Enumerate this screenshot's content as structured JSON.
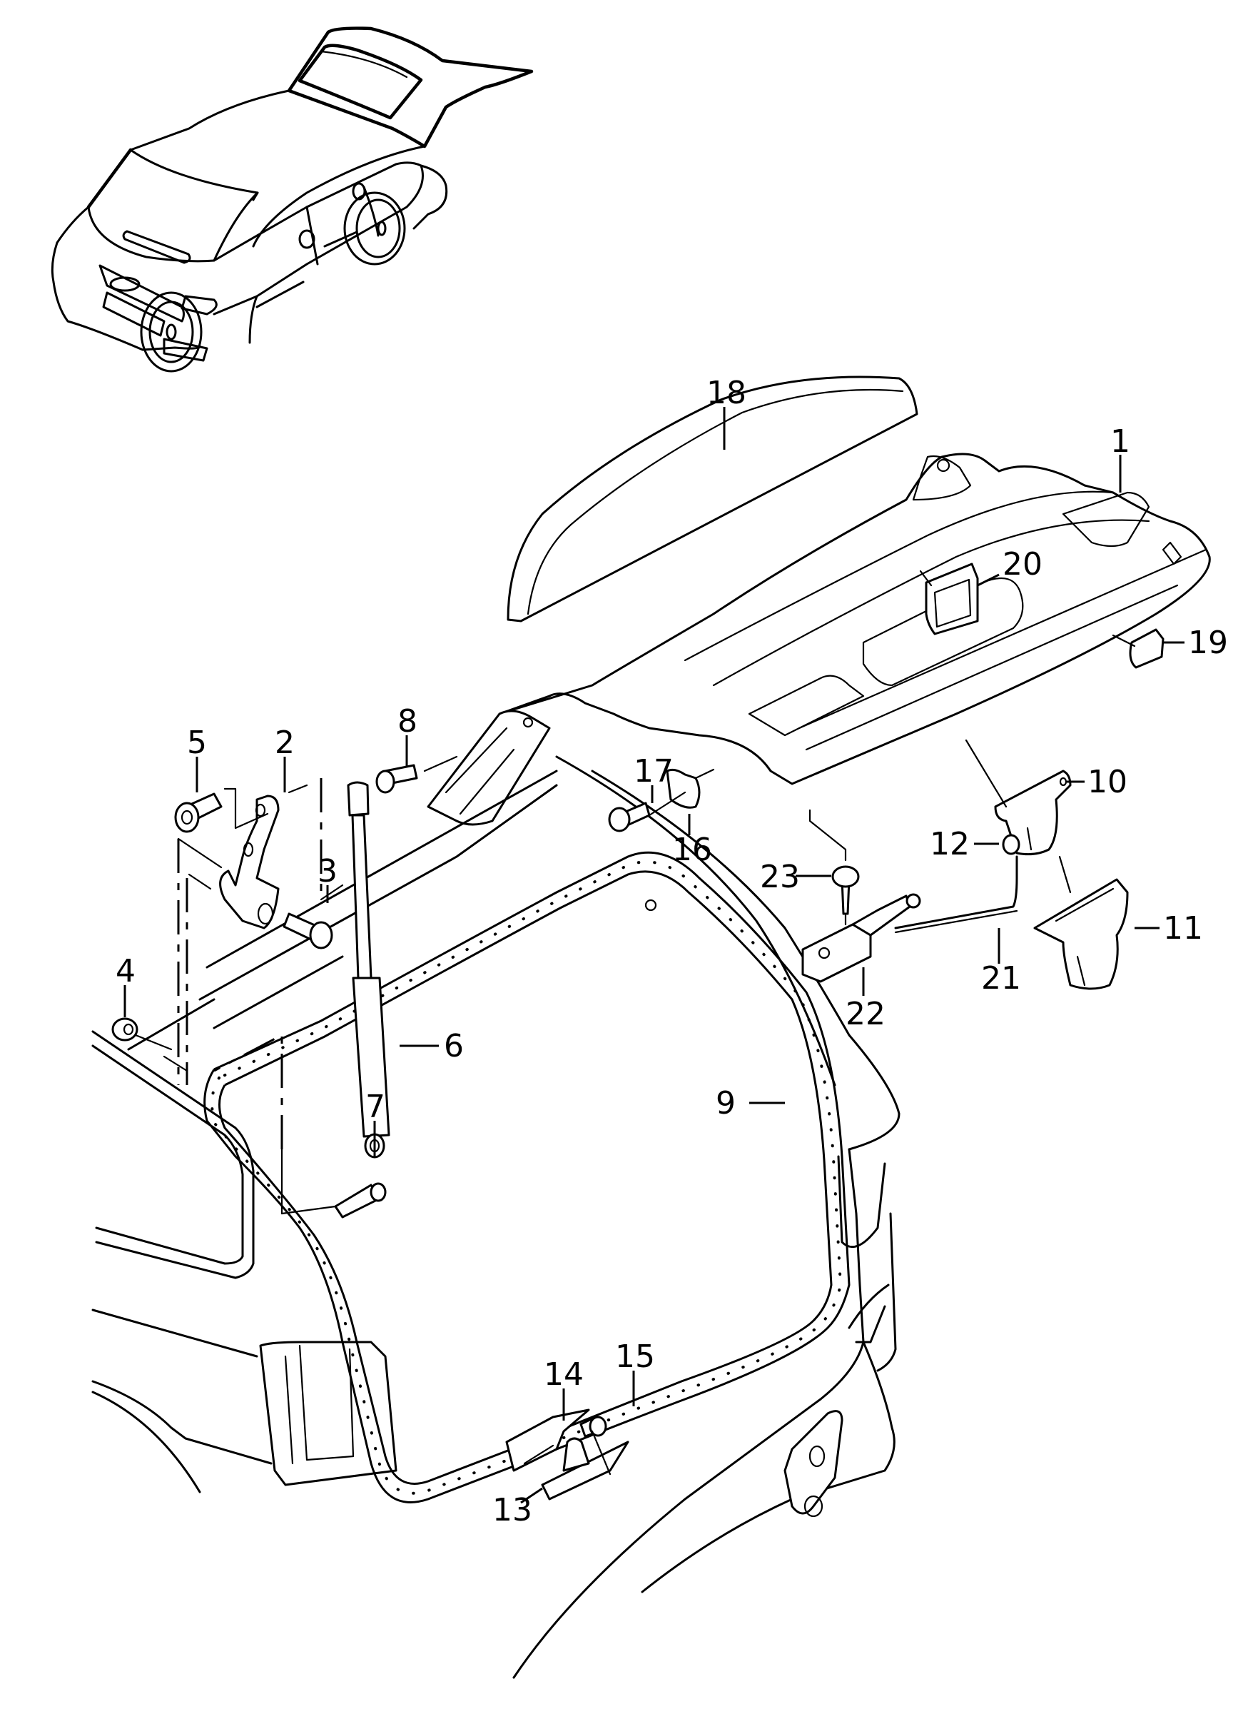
{
  "diagram": {
    "title": "",
    "subject": "Tailgate / rear lid parts diagram",
    "overview_illustration": "hatchback-car-with-open-tailgate",
    "colors": {
      "line": "#000000",
      "background": "#ffffff"
    },
    "callouts": [
      {
        "id": "1",
        "label": "1",
        "part": "tailgate-inner-panel"
      },
      {
        "id": "2",
        "label": "2",
        "part": "hinge"
      },
      {
        "id": "3",
        "label": "3",
        "part": "hex-bolt"
      },
      {
        "id": "4",
        "label": "4",
        "part": "hex-nut"
      },
      {
        "id": "5",
        "label": "5",
        "part": "socket-head-bolt"
      },
      {
        "id": "6",
        "label": "6",
        "part": "gas-strut"
      },
      {
        "id": "7",
        "label": "7",
        "part": "ball-stud-lower"
      },
      {
        "id": "8",
        "label": "8",
        "part": "ball-stud-upper"
      },
      {
        "id": "9",
        "label": "9",
        "part": "tailgate-seal"
      },
      {
        "id": "10",
        "label": "10",
        "part": "lock-upper"
      },
      {
        "id": "11",
        "label": "11",
        "part": "lock-housing"
      },
      {
        "id": "12",
        "label": "12",
        "part": "nut"
      },
      {
        "id": "13",
        "label": "13",
        "part": "striker"
      },
      {
        "id": "14",
        "label": "14",
        "part": "striker-cover"
      },
      {
        "id": "15",
        "label": "15",
        "part": "hex-flange-nut"
      },
      {
        "id": "16",
        "label": "16",
        "part": "buffer-stop"
      },
      {
        "id": "17",
        "label": "17",
        "part": "bolt"
      },
      {
        "id": "18",
        "label": "18",
        "part": "spoiler-trim"
      },
      {
        "id": "19",
        "label": "19",
        "part": "clip"
      },
      {
        "id": "20",
        "label": "20",
        "part": "grip-recess"
      },
      {
        "id": "21",
        "label": "21",
        "part": "operating-rod"
      },
      {
        "id": "22",
        "label": "22",
        "part": "actuator-switch"
      },
      {
        "id": "23",
        "label": "23",
        "part": "screw"
      }
    ]
  }
}
